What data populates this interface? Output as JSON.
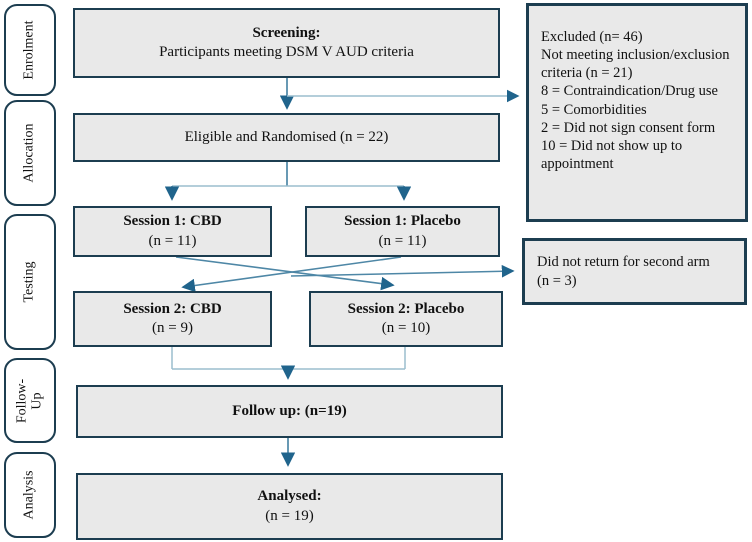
{
  "diagram": {
    "stages": [
      {
        "label": "Enrolment"
      },
      {
        "label": "Allocation"
      },
      {
        "label": "Testing"
      },
      {
        "label": "Follow-Up"
      },
      {
        "label": "Analysis"
      }
    ],
    "boxes": {
      "screening": {
        "title": "Screening:",
        "body": "Participants meeting DSM V AUD criteria"
      },
      "eligible": {
        "body": "Eligible and Randomised (n = 22)"
      },
      "s1cbd": {
        "title": "Session 1: CBD",
        "body": "(n = 11)"
      },
      "s1placebo": {
        "title": "Session 1: Placebo",
        "body": "(n = 11)"
      },
      "s2cbd": {
        "title": "Session 2: CBD",
        "body": "(n = 9)"
      },
      "s2placebo": {
        "title": "Session 2: Placebo",
        "body": "(n = 10)"
      },
      "followup": {
        "title": "Follow up: (n=19)"
      },
      "analysed": {
        "title": "Analysed:",
        "body": "(n = 19)"
      }
    },
    "side_boxes": {
      "excluded": {
        "lines": [
          "Excluded (n= 46)",
          "Not meeting inclusion/exclusion criteria (n = 21)",
          "8 = Contraindication/Drug use",
          "5 = Comorbidities",
          "2 = Did not sign consent form",
          "10 = Did not show up to appointment"
        ]
      },
      "no_return": {
        "lines": [
          "Did not return for second arm",
          "(n = 3)"
        ]
      }
    },
    "colors": {
      "box_fill": "#e9e9e9",
      "box_border": "#1c3d50",
      "arrow_line": "#4e87a6",
      "arrow_line_light": "#9bbdce",
      "arrow_head": "#20648c"
    }
  }
}
